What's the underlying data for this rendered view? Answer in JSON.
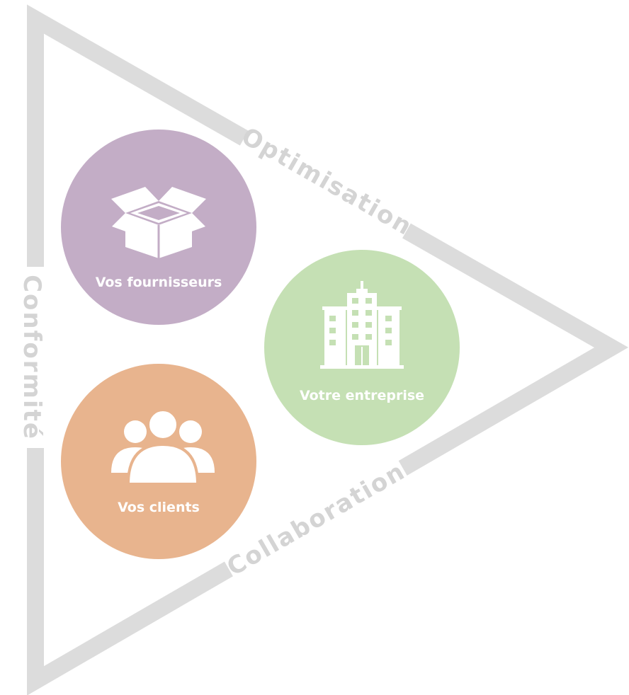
{
  "edges": {
    "top": "Optimisation",
    "left": "Conformité",
    "bottom": "Collaboration"
  },
  "nodes": [
    {
      "label": "Vos fournisseurs",
      "icon": "open-box-icon",
      "color": "#c3adc6"
    },
    {
      "label": "Votre entreprise",
      "icon": "building-icon",
      "color": "#c5e0b4"
    },
    {
      "label": "Vos clients",
      "icon": "people-group-icon",
      "color": "#e8b48e"
    }
  ],
  "colors": {
    "triangle_stroke": "#dcdcdc",
    "edge_text": "#d4d4d4",
    "icon_and_label": "#ffffff"
  }
}
